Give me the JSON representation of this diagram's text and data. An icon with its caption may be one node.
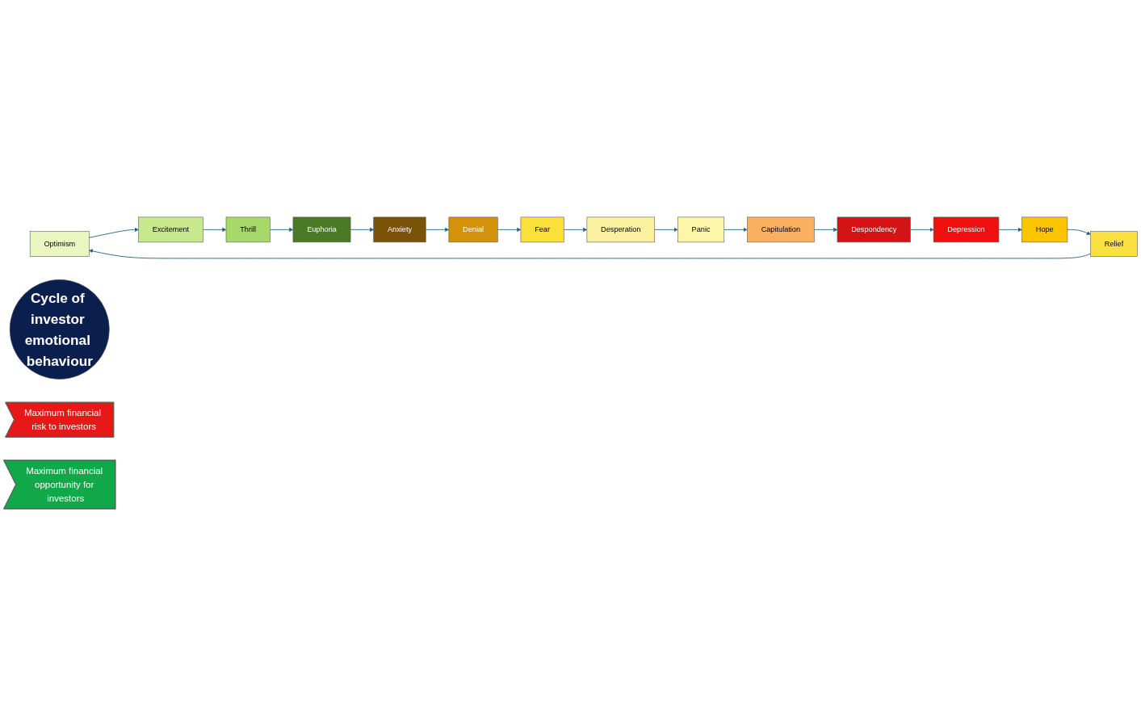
{
  "diagram": {
    "nodes": [
      {
        "text": [
          "Optimism"
        ]
      },
      {
        "text": [
          "Excitement"
        ]
      },
      {
        "text": [
          "Thrill"
        ]
      },
      {
        "text": [
          "Euphoria"
        ]
      },
      {
        "text": [
          "Anxiety"
        ]
      },
      {
        "text": [
          "Denial"
        ]
      },
      {
        "text": [
          "Fear"
        ]
      },
      {
        "text": [
          "Desperation"
        ]
      },
      {
        "text": [
          "Panic"
        ]
      },
      {
        "text": [
          "Capitulation"
        ]
      },
      {
        "text": [
          "Despondency"
        ]
      },
      {
        "text": [
          "Depression"
        ]
      },
      {
        "text": [
          "Hope"
        ]
      },
      {
        "text": [
          "Relief"
        ]
      },
      {
        "text": [
          "Cycle of investor emotional behaviour"
        ]
      },
      {
        "text": [
          "Maximum financial risk to investors"
        ]
      },
      {
        "text": [
          "Maximum financial opportunity for investors"
        ]
      }
    ],
    "edges": [
      {
        "from": 0,
        "to": 1,
        "arrow": "to"
      },
      {
        "from": 1,
        "to": 2,
        "arrow": "to"
      },
      {
        "from": 2,
        "to": 3,
        "arrow": "to"
      },
      {
        "from": 3,
        "to": 4,
        "arrow": "to"
      },
      {
        "from": 4,
        "to": 5,
        "arrow": "to"
      },
      {
        "from": 5,
        "to": 6,
        "arrow": "to"
      },
      {
        "from": 6,
        "to": 7,
        "arrow": "to"
      },
      {
        "from": 7,
        "to": 8,
        "arrow": "to"
      },
      {
        "from": 8,
        "to": 9,
        "arrow": "to"
      },
      {
        "from": 9,
        "to": 10,
        "arrow": "to"
      },
      {
        "from": 10,
        "to": 11,
        "arrow": "to"
      },
      {
        "from": 11,
        "to": 12,
        "arrow": "to"
      },
      {
        "from": 12,
        "to": 13,
        "arrow": "to"
      },
      {
        "from": 13,
        "to": 0,
        "arrow": "to"
      }
    ]
  }
}
